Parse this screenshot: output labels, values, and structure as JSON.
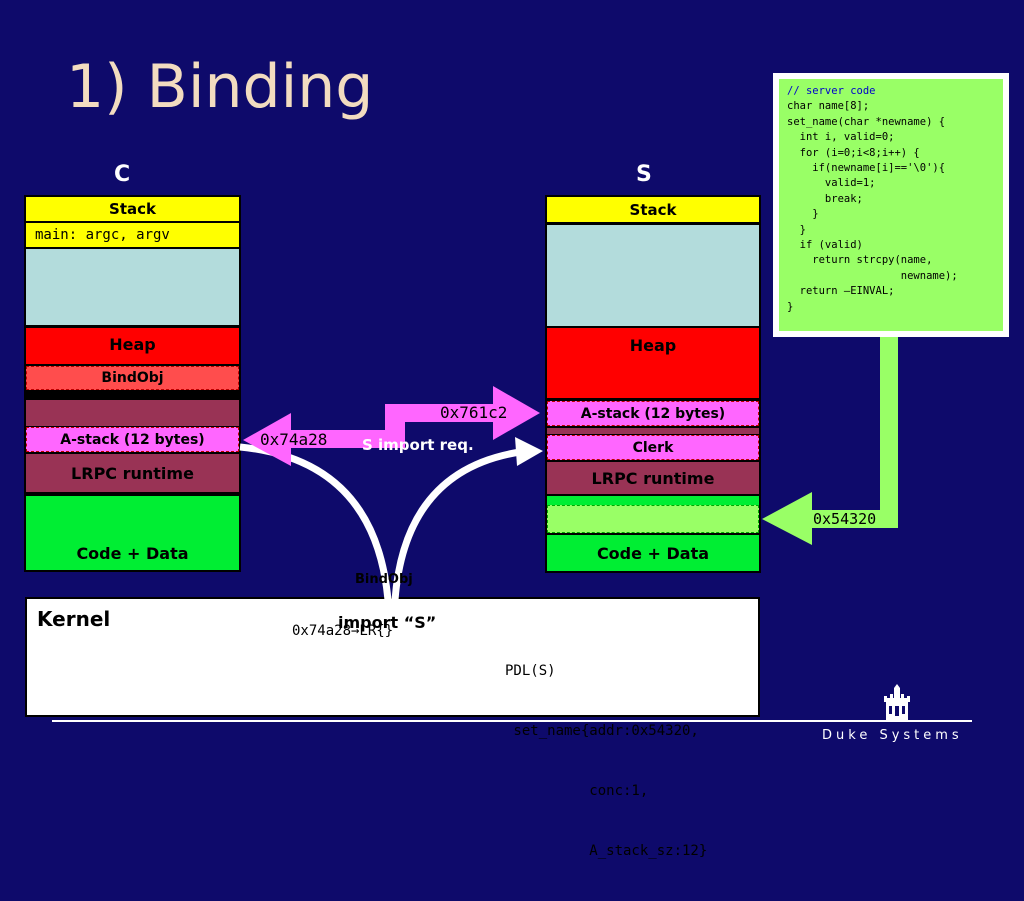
{
  "title": "1) Binding",
  "client_label": "C",
  "server_label": "S",
  "client_stack": {
    "stack": "Stack",
    "main": "main: argc, argv",
    "heap": "Heap",
    "bindobj": "BindObj",
    "astack": "A-stack (12 bytes)",
    "lrpc": "LRPC runtime",
    "code": "Code + Data"
  },
  "server_stack": {
    "stack": "Stack",
    "heap": "Heap",
    "astack": "A-stack (12 bytes)",
    "clerk": "Clerk",
    "lrpc": "LRPC runtime",
    "code": "Code + Data"
  },
  "arrows": {
    "addr_client": "0x74a28",
    "addr_server": "0x761c2",
    "addr_code": "0x54320",
    "import_req": "S import req.",
    "bindobj_label": "BindObj",
    "import_s": "import “S”",
    "lr": "0x74a28→LR{}"
  },
  "kernel": {
    "label": "Kernel",
    "pdl_lines": [
      "PDL(S)",
      " set_name{addr:0x54320,",
      "          conc:1,",
      "          A_stack_sz:12}"
    ]
  },
  "server_code": [
    {
      "text": "// server code",
      "comment": true
    },
    {
      "text": "char name[8];"
    },
    {
      "text": "set_name(char *newname) {"
    },
    {
      "text": "  int i, valid=0;"
    },
    {
      "text": "  for (i=0;i<8;i++) {"
    },
    {
      "text": "    if(newname[i]=='\\0'){"
    },
    {
      "text": "      valid=1;"
    },
    {
      "text": "      break;"
    },
    {
      "text": "    }"
    },
    {
      "text": "  }"
    },
    {
      "text": "  if (valid)"
    },
    {
      "text": "    return strcpy(name,"
    },
    {
      "text": "                  newname);"
    },
    {
      "text": "  return –EINVAL;"
    },
    {
      "text": "}"
    }
  ],
  "footer": "Duke Systems",
  "colors": {
    "background": "#0e0a6b",
    "stack": "#ffff00",
    "empty": "#b3dcdc",
    "heap": "#ff0000",
    "bindobj": "#ff4d4d",
    "maroon": "#993355",
    "astack": "#ff66ff",
    "code": "#00ee33",
    "code_light": "#99ff66",
    "arrow_pink": "#ff66ff",
    "arrow_green": "#99ff66"
  }
}
